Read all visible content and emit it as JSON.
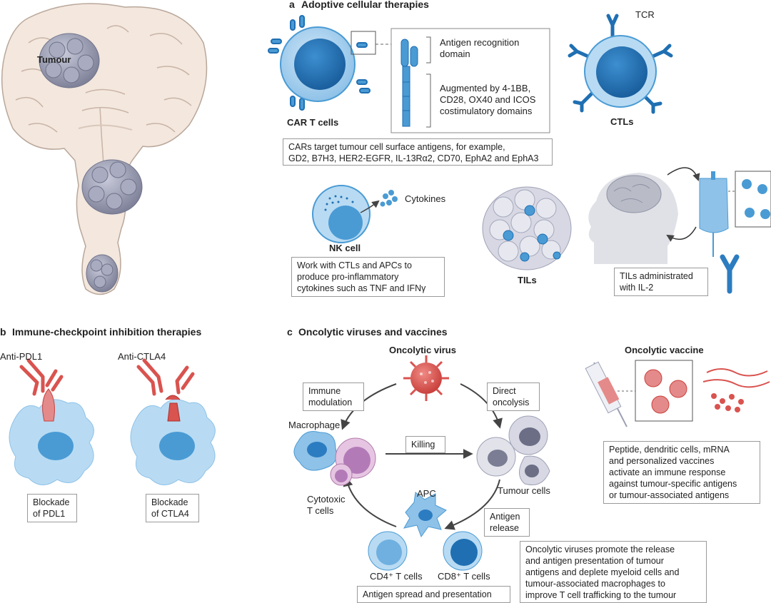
{
  "colors": {
    "blue": "#4a9bd4",
    "blue_light": "#a9d1ee",
    "blue_dark": "#1f6fb2",
    "grey": "#a5a8bd",
    "red": "#d9534f",
    "pink": "#e48a8a",
    "brain": "#f3e7de"
  },
  "panel_a": {
    "letter": "a",
    "title": "Adoptive cellular therapies",
    "car_label": "CAR T cells",
    "antigen_domain": "Antigen recognition\ndomain",
    "augmented": "Augmented by 4-1BB,\nCD28, OX40 and ICOS\ncostimulatory domains",
    "car_targets": "CARs target tumour cell surface antigens, for example,\nGD2, B7H3, HER2-EGFR, IL-13Rα2, CD70, EphA2 and EphA3",
    "tcr": "TCR",
    "ctl_label": "CTLs",
    "cytokines": "Cytokines",
    "nk_label": "NK cell",
    "nk_desc": "Work with CTLs and APCs to\nproduce pro-inflammatory\ncytokines such as TNF and IFNγ",
    "til_label": "TILs",
    "til_desc": "TILs administrated\nwith IL-2"
  },
  "brain": {
    "tumour_label": "Tumour"
  },
  "panel_b": {
    "letter": "b",
    "title": "Immune-checkpoint inhibition therapies",
    "anti_pdl1": "Anti-PDL1",
    "anti_ctla4": "Anti-CTLA4",
    "blockade_pdl1": "Blockade\nof PDL1",
    "blockade_ctla4": "Blockade\nof CTLA4"
  },
  "panel_c": {
    "letter": "c",
    "title": "Oncolytic viruses and vaccines",
    "oncolytic_virus": "Oncolytic virus",
    "immune_modulation": "Immune\nmodulation",
    "direct_oncolysis": "Direct\noncolysis",
    "macrophage": "Macrophage",
    "killing": "Killing",
    "cytotoxic": "Cytotoxic\nT cells",
    "tumour_cells": "Tumour cells",
    "apc": "APC",
    "antigen_release": "Antigen\nrelease",
    "cd4": "CD4⁺ T cells",
    "cd8": "CD8⁺ T cells",
    "spread": "Antigen spread and presentation",
    "vaccine_title": "Oncolytic vaccine",
    "vaccine_desc": "Peptide, dendritic cells, mRNA\nand personalized vaccines\nactivate an immune response\nagainst tumour-specific antigens\nor tumour-associated antigens",
    "virus_desc": "Oncolytic viruses promote the release\nand antigen presentation of tumour\nantigens and deplete myeloid cells and\ntumour-associated macrophages to\nimprove T cell trafficking to the tumour"
  }
}
